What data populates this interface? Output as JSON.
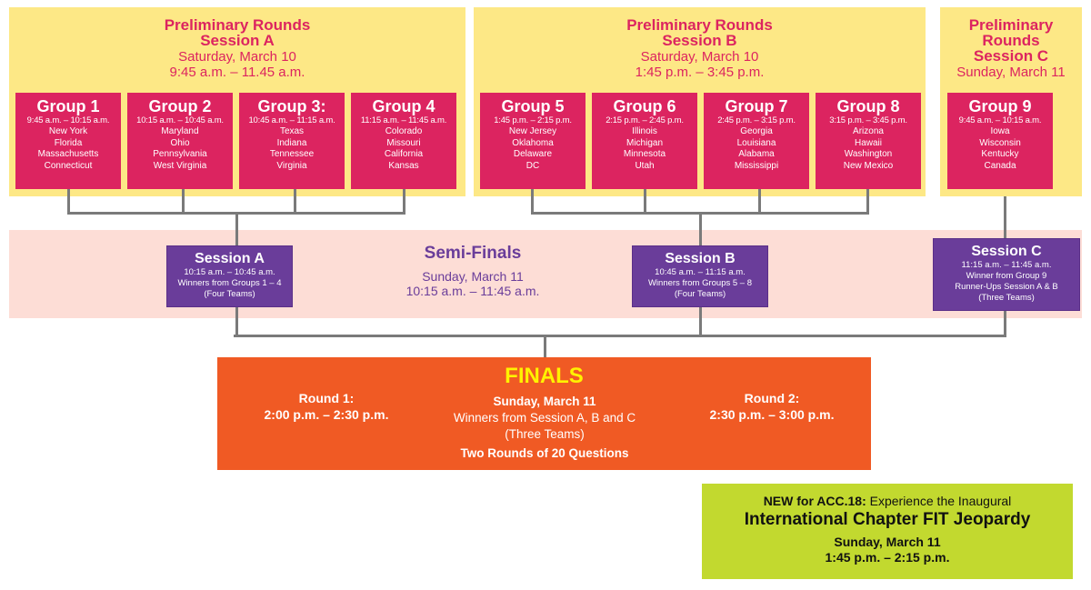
{
  "prelims": [
    {
      "title1": "Preliminary Rounds",
      "title2": "Session A",
      "date": "Saturday, March 10",
      "time": "9:45 a.m. – 11.45 a.m."
    },
    {
      "title1": "Preliminary Rounds",
      "title2": "Session B",
      "date": "Saturday, March 10",
      "time": "1:45 p.m. – 3:45 p.m."
    },
    {
      "title1": "Preliminary",
      "title1b": "Rounds",
      "title2": "Session C",
      "date": "Sunday, March 11"
    }
  ],
  "groups": [
    {
      "title": "Group 1",
      "time": "9:45 a.m. – 10:15 a.m.",
      "states": [
        "New York",
        "Florida",
        "Massachusetts",
        "Connecticut"
      ]
    },
    {
      "title": "Group 2",
      "time": "10:15 a.m. – 10:45 a.m.",
      "states": [
        "Maryland",
        "Ohio",
        "Pennsylvania",
        "West Virginia"
      ]
    },
    {
      "title": "Group 3:",
      "time": "10:45 a.m. – 11:15 a.m.",
      "states": [
        "Texas",
        "Indiana",
        "Tennessee",
        "Virginia"
      ]
    },
    {
      "title": "Group 4",
      "time": "11:15 a.m. – 11:45 a.m.",
      "states": [
        "Colorado",
        "Missouri",
        "California",
        "Kansas"
      ]
    },
    {
      "title": "Group 5",
      "time": "1:45 p.m. – 2:15 p.m.",
      "states": [
        "New Jersey",
        "Oklahoma",
        "Delaware",
        "DC"
      ]
    },
    {
      "title": "Group 6",
      "time": "2:15 p.m. – 2:45 p.m.",
      "states": [
        "Illinois",
        "Michigan",
        "Minnesota",
        "Utah"
      ]
    },
    {
      "title": "Group 7",
      "time": "2:45 p.m. – 3:15 p.m.",
      "states": [
        "Georgia",
        "Louisiana",
        "Alabama",
        "Mississippi"
      ]
    },
    {
      "title": "Group 8",
      "time": "3:15 p.m. – 3:45 p.m.",
      "states": [
        "Arizona",
        "Hawaii",
        "Washington",
        "New Mexico"
      ]
    },
    {
      "title": "Group 9",
      "time": "9:45 a.m. – 10:15 a.m.",
      "states": [
        "Iowa",
        "Wisconsin",
        "Kentucky",
        "Canada"
      ]
    }
  ],
  "semis": {
    "title": "Semi-Finals",
    "date": "Sunday, March 11",
    "time": "10:15 a.m. – 11:45 a.m.",
    "sessions": [
      {
        "title": "Session A",
        "lines": [
          "10:15 a.m. – 10:45 a.m.",
          "Winners from Groups 1 – 4",
          "(Four Teams)"
        ]
      },
      {
        "title": "Session B",
        "lines": [
          "10:45 a.m. – 11:15 a.m.",
          "Winners from Groups 5 – 8",
          "(Four Teams)"
        ]
      },
      {
        "title": "Session C",
        "lines": [
          "11:15 a.m. – 11:45 a.m.",
          "Winner from Group 9",
          "Runner-Ups Session A & B",
          "(Three Teams)"
        ]
      }
    ]
  },
  "finals": {
    "title": "FINALS",
    "round1_label": "Round 1:",
    "round1_time": "2:00 p.m. – 2:30 p.m.",
    "round2_label": "Round 2:",
    "round2_time": "2:30 p.m. – 3:00 p.m.",
    "date": "Sunday, March 11",
    "winners": "Winners from Session A, B and C",
    "teams": "(Three Teams)",
    "format": "Two Rounds of 20 Questions"
  },
  "new_event": {
    "intro_bold": "NEW for ACC.18:",
    "intro": " Experience the Inaugural",
    "title": "International Chapter FIT Jeopardy",
    "date": "Sunday, March 11",
    "time": "1:45 p.m. – 2:15 p.m."
  },
  "colors": {
    "yellow": "#fde886",
    "magenta": "#dc2460",
    "purple": "#6a3d9a",
    "pink": "#fdddd6",
    "orange": "#f05a24",
    "finals_title": "#fff200",
    "green": "#c2d92f"
  }
}
